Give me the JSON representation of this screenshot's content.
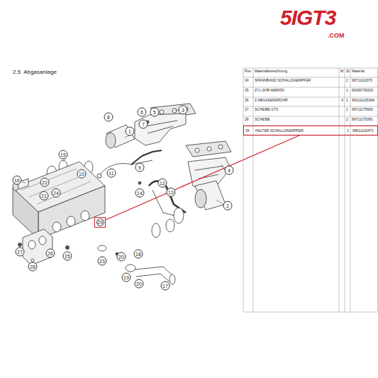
{
  "diagram": {
    "title": "2.5  Abgasanlage",
    "nodes": [
      {
        "text": [
          "29"
        ]
      },
      {
        "text": [
          "29",
          "HALTER SCHALLDAEMPFER",
          "1",
          "99611102471"
        ]
      }
    ],
    "edges": [
      {
        "from": 0,
        "to": 1,
        "arrow": "none"
      }
    ],
    "labels": [
      "5IGT3",
      ".COM",
      "Pos.",
      "Materialbezeichnung",
      "M",
      "St.",
      "Material",
      "24",
      "SPANNBAND SCHALLDAEMPFER",
      "2",
      "99711111970",
      "25",
      "ZYL-SHR AM8X50",
      "1",
      "90006736201",
      "26",
      "Z ABGASENDROHR",
      "X",
      "1",
      "99111112539A",
      "27",
      "SCHEIBE GT3",
      "1",
      "99711175593",
      "28",
      "SCHEIBE",
      "2",
      "99711175391",
      "1",
      "2",
      "3",
      "4",
      "5",
      "6",
      "7",
      "8",
      "9",
      "10",
      "11",
      "12",
      "13",
      "14",
      "15",
      "16",
      "17",
      "18",
      "19",
      "20",
      "20",
      "21",
      "22",
      "23",
      "24",
      "25",
      "26",
      "27",
      "28"
    ]
  }
}
